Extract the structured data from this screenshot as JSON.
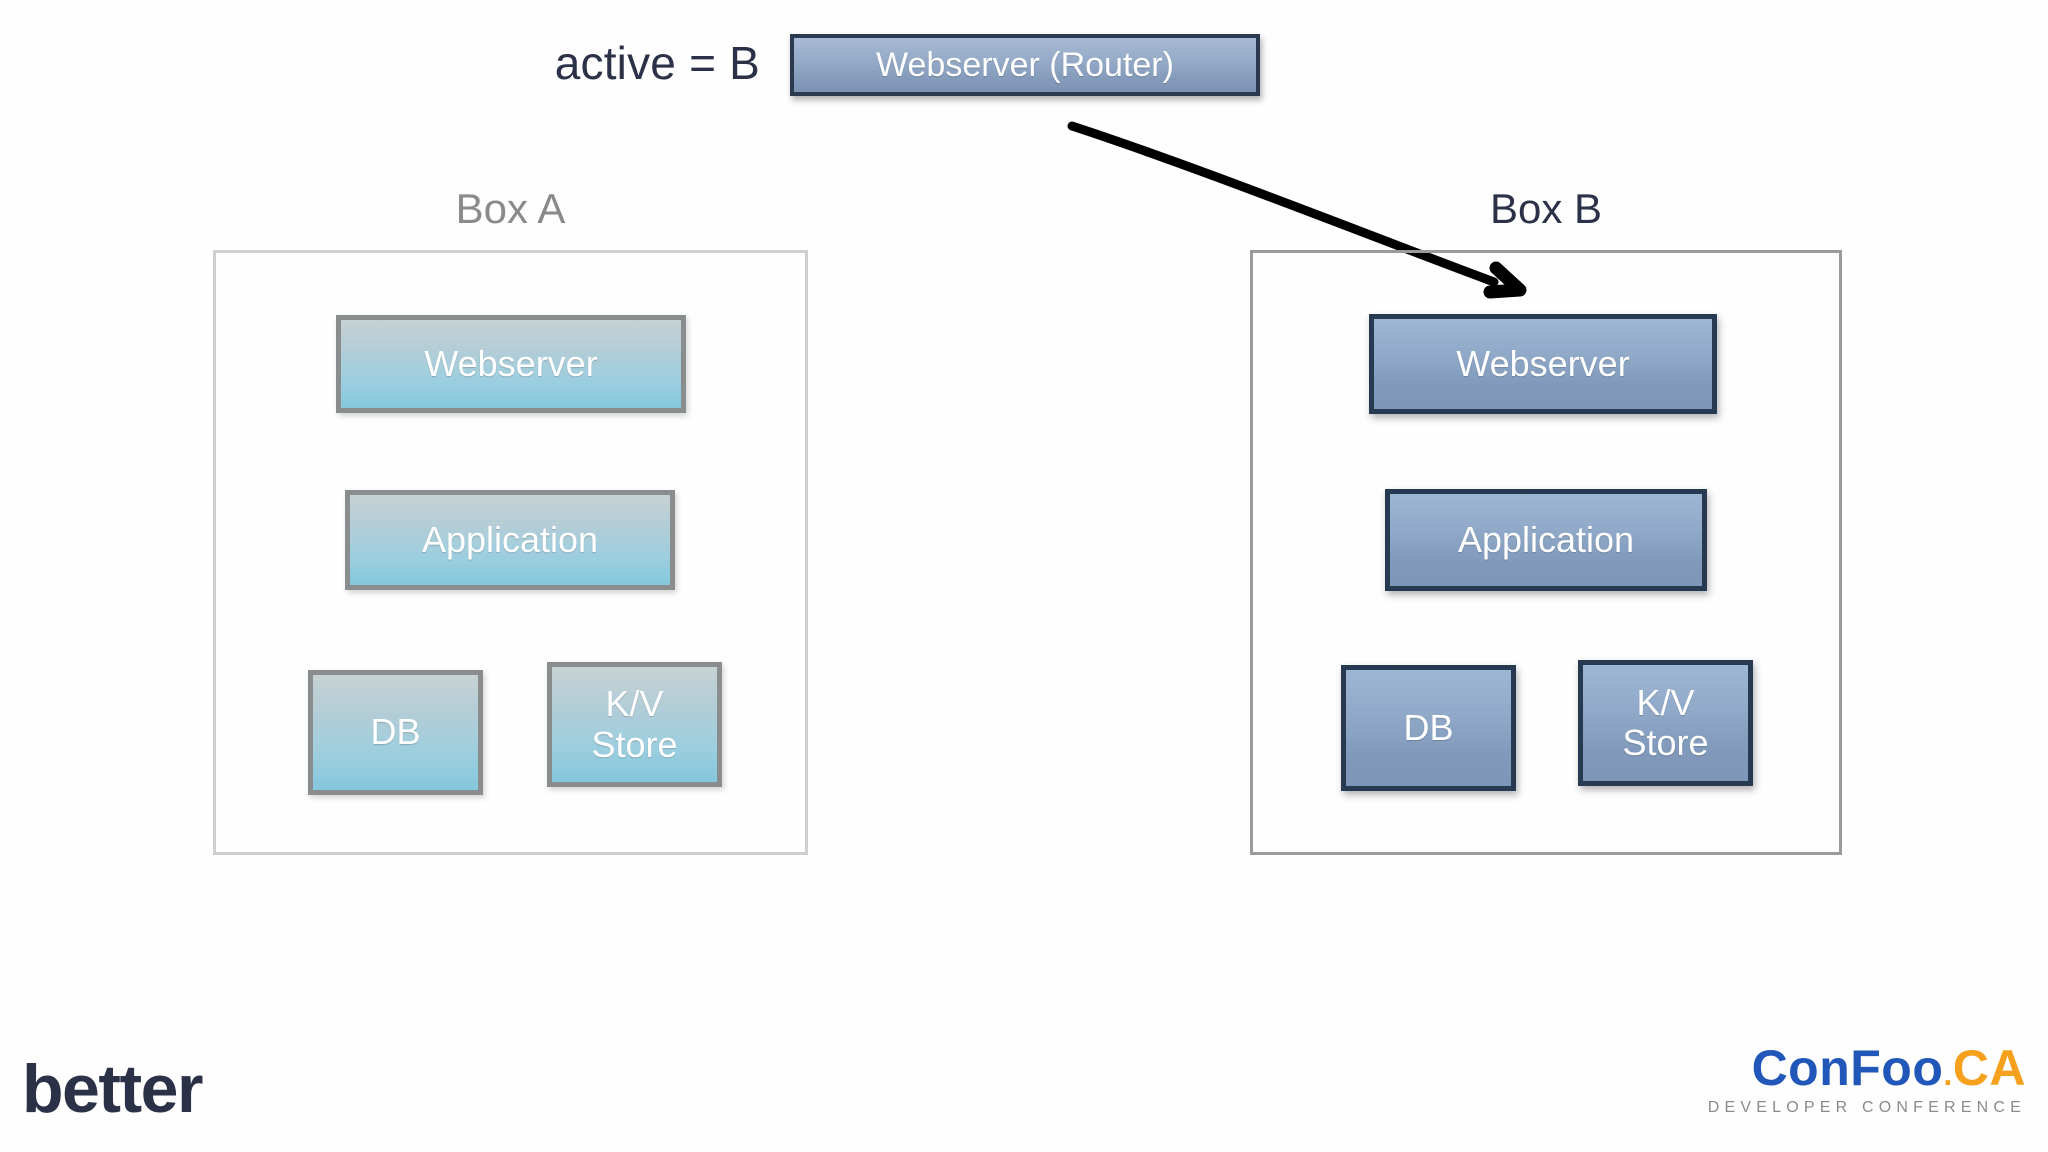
{
  "slide": {
    "status_label": "active = B",
    "router": {
      "label": "Webserver (Router)"
    },
    "boxes": [
      {
        "id": "box-a",
        "title": "Box A",
        "state": "standby",
        "components": [
          {
            "id": "webserver",
            "label": "Webserver"
          },
          {
            "id": "application",
            "label": "Application"
          },
          {
            "id": "db",
            "label": "DB"
          },
          {
            "id": "kvstore",
            "label": "K/V\nStore"
          }
        ]
      },
      {
        "id": "box-b",
        "title": "Box B",
        "state": "active",
        "components": [
          {
            "id": "webserver",
            "label": "Webserver"
          },
          {
            "id": "application",
            "label": "Application"
          },
          {
            "id": "db",
            "label": "DB"
          },
          {
            "id": "kvstore",
            "label": "K/V\nStore"
          }
        ]
      }
    ],
    "arrow": {
      "name": "routing-arrow",
      "from": "Webserver (Router)",
      "to": "Box B Webserver"
    }
  },
  "footer": {
    "better_logo": "better",
    "confoo": {
      "name_part1": "ConFoo",
      "dot": ".",
      "name_part2": "CA",
      "tagline": "DEVELOPER CONFERENCE"
    }
  },
  "colors": {
    "box_a_fill_top": "#c6d2d4",
    "box_a_fill_bottom": "#85c7dc",
    "box_a_border": "#8a8d8e",
    "box_b_fill_top": "#9db6d3",
    "box_b_fill_bottom": "#7e96b8",
    "box_b_border": "#283a52",
    "title_grey": "#8a8a8a",
    "title_navy": "#2b3248",
    "arrow": "#000000",
    "confoo_blue": "#2157b8",
    "confoo_orange": "#f5a11e",
    "better_navy": "#2b3248"
  }
}
